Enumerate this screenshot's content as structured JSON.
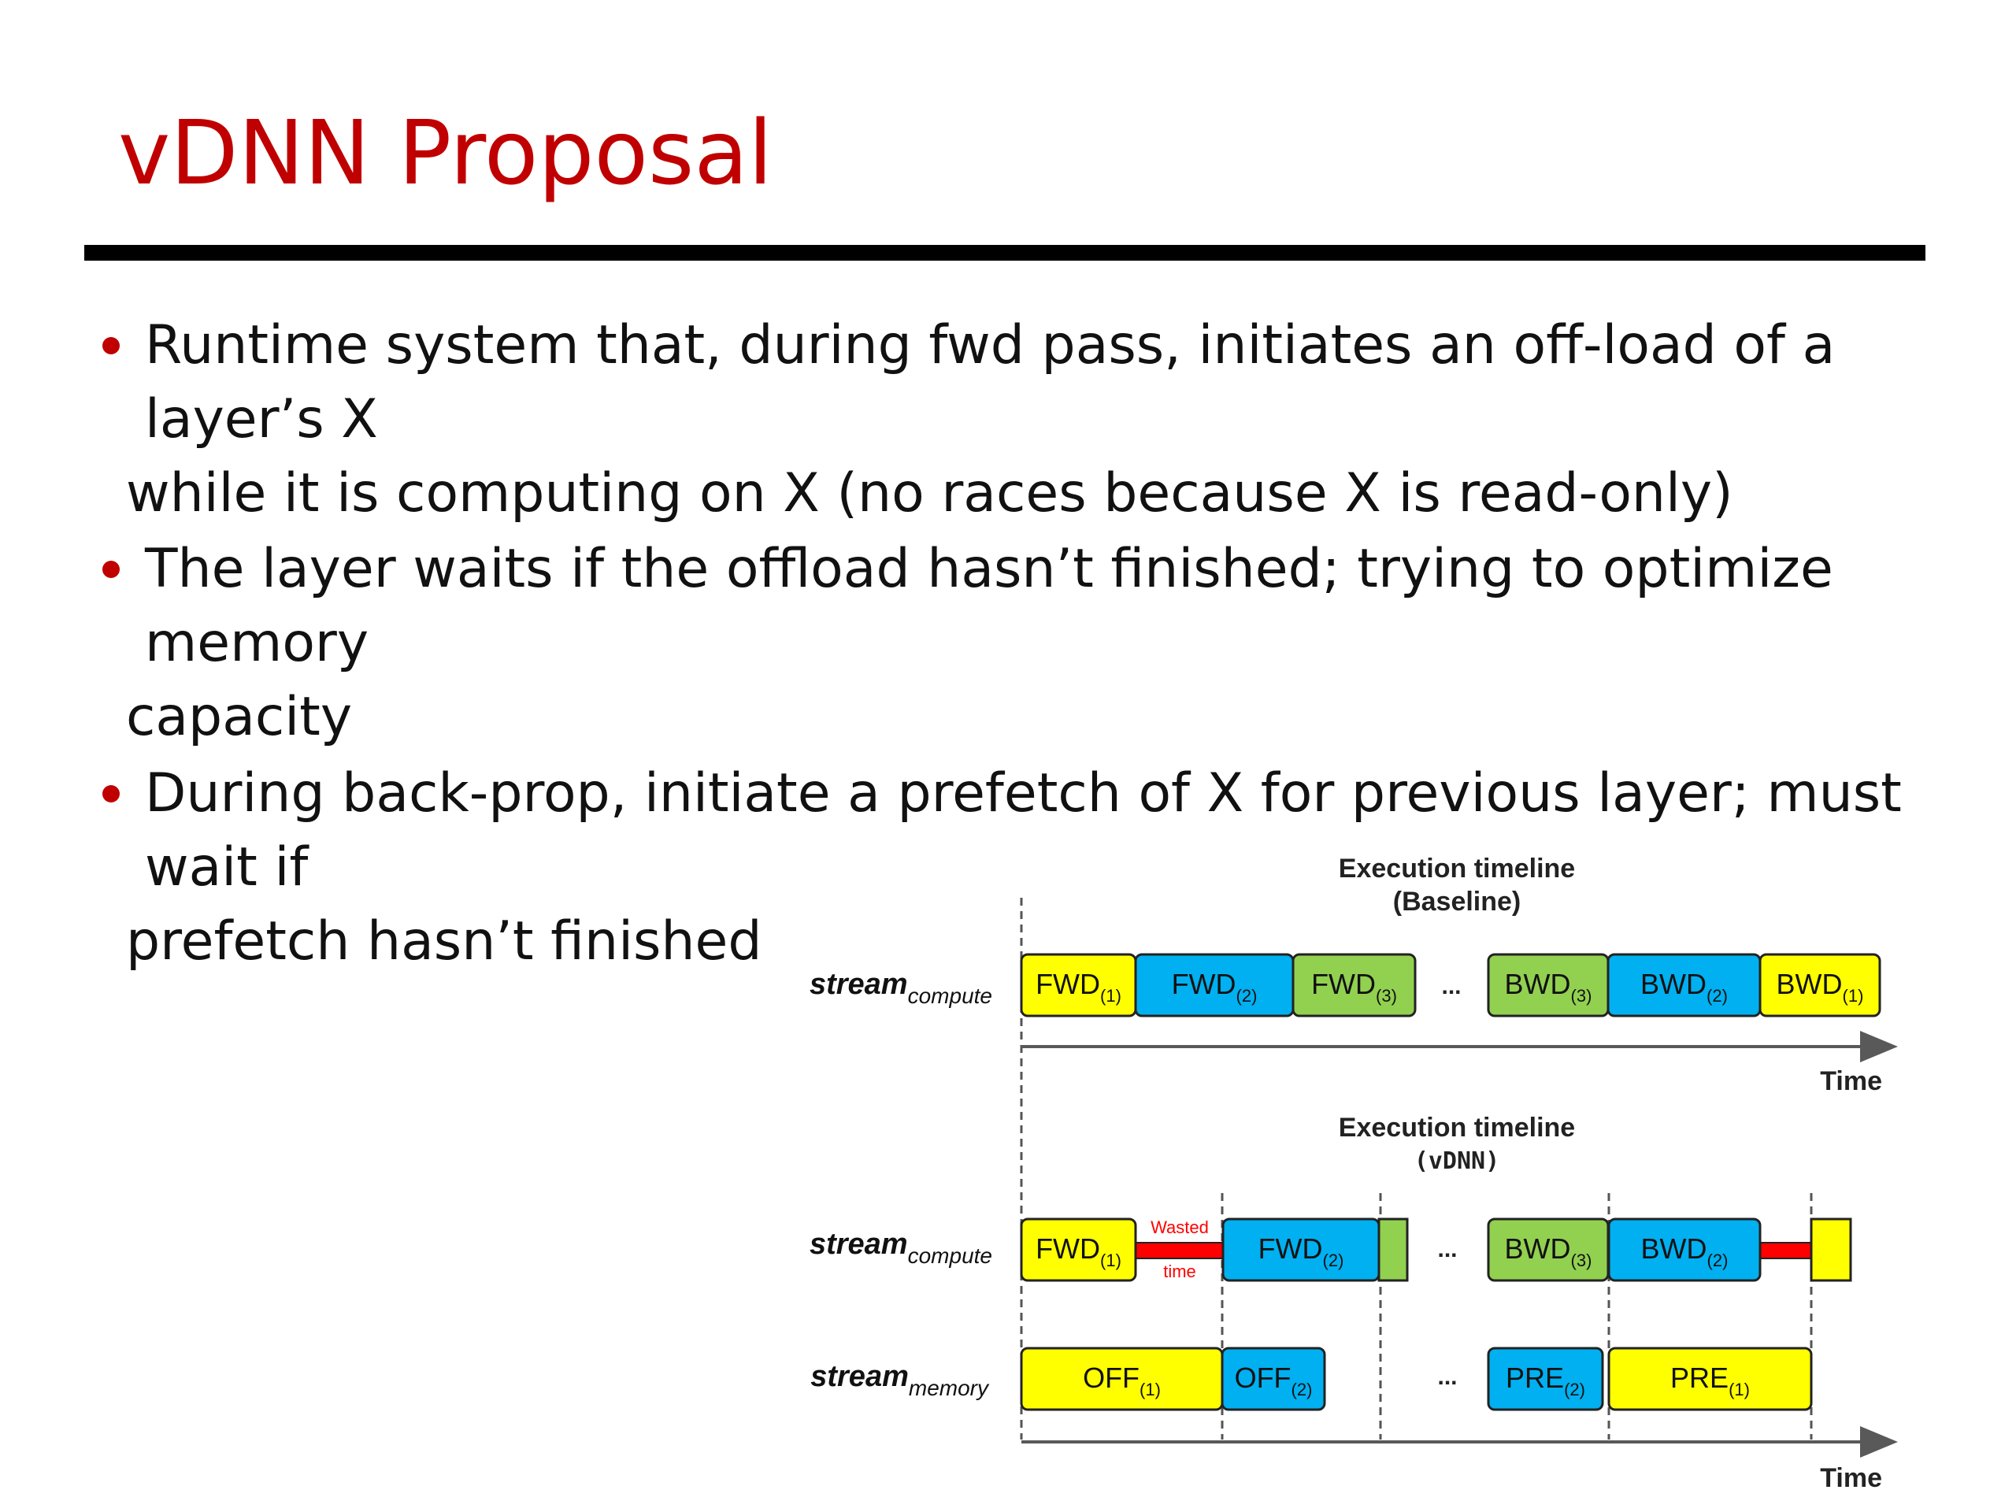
{
  "slide": {
    "title": "vDNN Proposal",
    "bullets": [
      {
        "line1": "Runtime system that, during fwd pass, initiates an off-load of a layer’s X",
        "line2": "while it is computing on X (no races because X is read-only)"
      },
      {
        "line1": "The layer waits if the offload hasn’t finished; trying to optimize memory",
        "line2": "capacity"
      },
      {
        "line1": "During back-prop, initiate a prefetch of X for previous layer; must wait if",
        "line2": "prefetch hasn’t finished"
      }
    ]
  },
  "figure": {
    "baseline": {
      "title_line1": "Execution timeline",
      "title_line2": "(Baseline)"
    },
    "vdnn": {
      "title_line1": "Execution timeline",
      "title_line2": "(vDNN)"
    },
    "labels": {
      "stream": "stream",
      "compute_sub": "compute",
      "memory_sub": "memory",
      "time": "Time",
      "ellipsis": "...",
      "wasted": "Wasted",
      "wasted_time": "time"
    },
    "colors": {
      "yellow": "#ffff00",
      "blue": "#00b0f0",
      "green": "#92d050",
      "red": "#ff0000"
    },
    "baseline_blocks": [
      {
        "main": "FWD",
        "sub": "(1)",
        "color": "yellow"
      },
      {
        "main": "FWD",
        "sub": "(2)",
        "color": "blue"
      },
      {
        "main": "FWD",
        "sub": "(3)",
        "color": "green"
      },
      {
        "main": "BWD",
        "sub": "(3)",
        "color": "green"
      },
      {
        "main": "BWD",
        "sub": "(2)",
        "color": "blue"
      },
      {
        "main": "BWD",
        "sub": "(1)",
        "color": "yellow"
      }
    ],
    "vdnn_compute_blocks": [
      {
        "main": "FWD",
        "sub": "(1)",
        "color": "yellow"
      },
      {
        "main": "FWD",
        "sub": "(2)",
        "color": "blue"
      },
      {
        "main": "",
        "sub": "",
        "color": "green"
      },
      {
        "main": "BWD",
        "sub": "(3)",
        "color": "green"
      },
      {
        "main": "BWD",
        "sub": "(2)",
        "color": "blue"
      },
      {
        "main": "",
        "sub": "",
        "color": "yellow"
      }
    ],
    "vdnn_memory_blocks": [
      {
        "main": "OFF",
        "sub": "(1)",
        "color": "yellow"
      },
      {
        "main": "OFF",
        "sub": "(2)",
        "color": "blue"
      },
      {
        "main": "PRE",
        "sub": "(2)",
        "color": "blue"
      },
      {
        "main": "PRE",
        "sub": "(1)",
        "color": "yellow"
      }
    ]
  }
}
